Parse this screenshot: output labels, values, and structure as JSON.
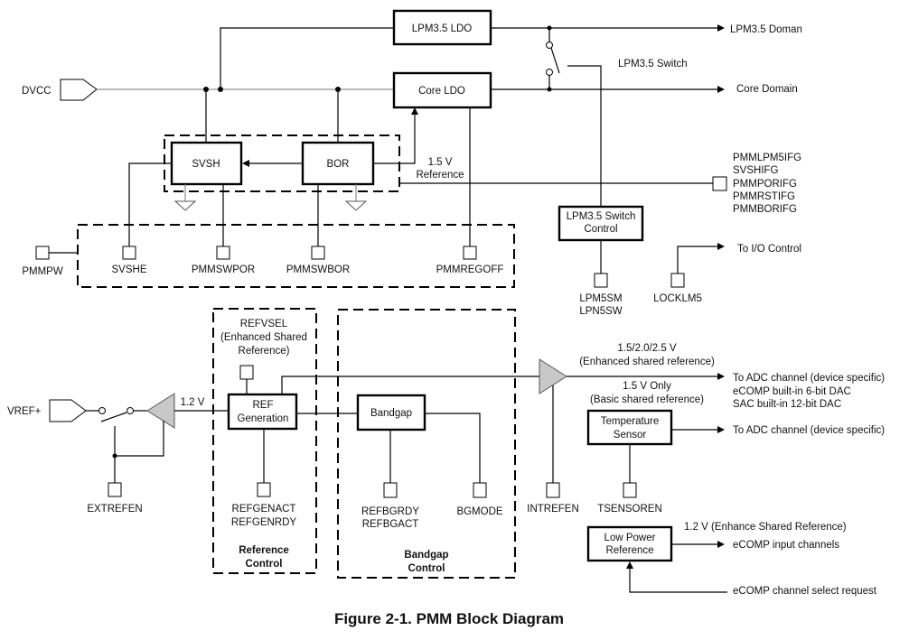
{
  "figure": {
    "caption": "Figure 2-1. PMM Block Diagram"
  },
  "blocks": {
    "lpm35_ldo": "LPM3.5 LDO",
    "core_ldo": "Core LDO",
    "svsh": "SVSH",
    "bor": "BOR",
    "lpm35_switch_control": [
      "LPM3.5 Switch",
      "Control"
    ],
    "ref_generation": [
      "REF",
      "Generation"
    ],
    "bandgap": "Bandgap",
    "temperature_sensor": [
      "Temperature",
      "Sensor"
    ],
    "low_power_reference": [
      "Low Power",
      "Reference"
    ]
  },
  "inputs": {
    "dvcc": "DVCC",
    "vref_plus": "VREF+"
  },
  "outputs": {
    "lpm35_domain": "LPM3.5 Doman",
    "core_domain": "Core Domain",
    "to_io_control": "To I/O Control",
    "adc_enhanced": [
      "To ADC channel (device specific)",
      "eCOMP built-in 6-bit DAC",
      "SAC built-in 12-bit DAC"
    ],
    "adc_temp": "To ADC channel (device specific)",
    "ecomp_input": "eCOMP input channels",
    "ecomp_select": "eCOMP channel select request"
  },
  "labels": {
    "lpm35_switch": "LPM3.5 Switch",
    "ref_15v": [
      "1.5 V",
      "Reference"
    ],
    "v12": "1.2 V",
    "enhanced_ref": [
      "1.5/2.0/2.5 V",
      "(Enhanced shared reference)"
    ],
    "basic_ref": [
      "1.5 V Only",
      "(Basic shared reference)"
    ],
    "lp_ref": "1.2 V (Enhance Shared Reference)",
    "refvsel": [
      "REFVSEL",
      "(Enhanced Shared",
      "Reference)"
    ],
    "reference_control": [
      "Reference",
      "Control"
    ],
    "bandgap_control": [
      "Bandgap",
      "Control"
    ]
  },
  "flags": [
    "PMMLPM5IFG",
    "SVSHIFG",
    "PMMPORIFG",
    "PMMRSTIFG",
    "PMMBORIFG"
  ],
  "register_bits": {
    "pmmpw": "PMMPW",
    "svshe": "SVSHE",
    "pmmswpor": "PMMSWPOR",
    "pmmswbor": "PMMSWBOR",
    "pmmregoff": "PMMREGOFF",
    "lpm5sm": [
      "LPM5SM",
      "LPN5SW"
    ],
    "locklm5": "LOCKLM5",
    "extrefen": "EXTREFEN",
    "refgen": [
      "REFGENACT",
      "REFGENRDY"
    ],
    "refbg": [
      "REFBGRDY",
      "REFBGACT"
    ],
    "bgmode": "BGMODE",
    "intrefen": "INTREFEN",
    "tsensoren": "TSENSOREN"
  }
}
